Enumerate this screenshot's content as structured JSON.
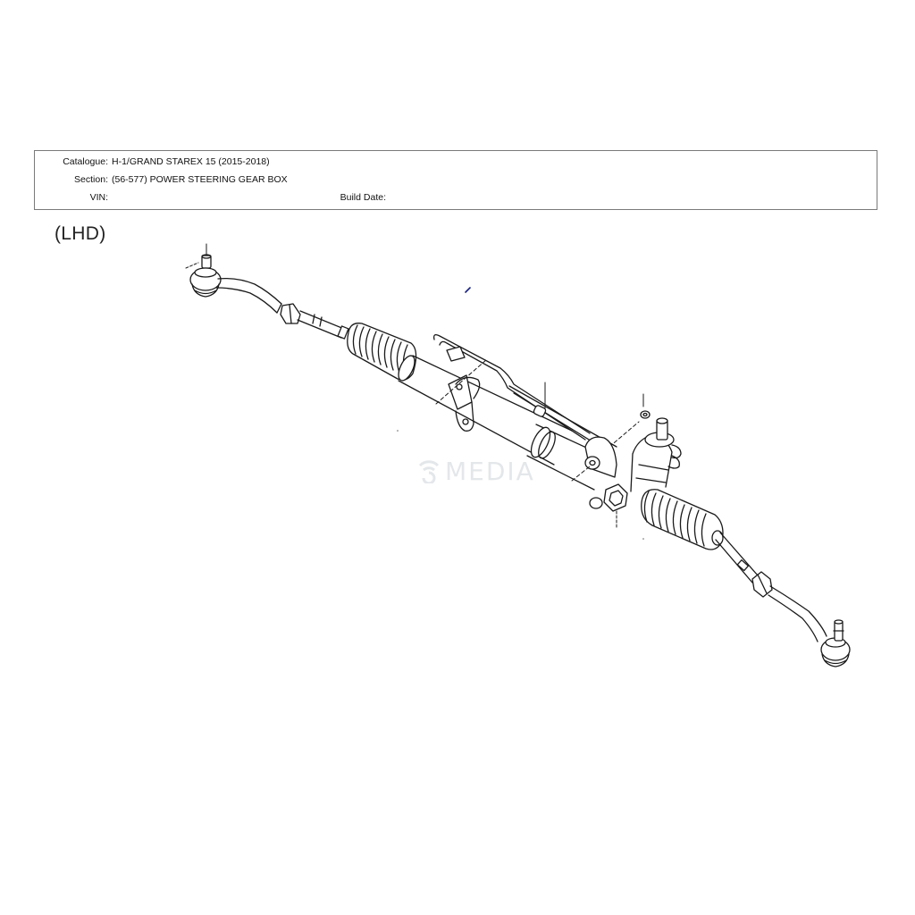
{
  "header": {
    "catalogue_label": "Catalogue:",
    "catalogue_value": "H-1/GRAND STAREX 15 (2015-2018)",
    "section_label": "Section:",
    "section_value": "(56-577) POWER STEERING GEAR BOX",
    "vin_label": "VIN:",
    "vin_value": "",
    "build_date_label": "Build Date:",
    "build_date_value": ""
  },
  "diagram": {
    "variant_label": "(LHD)",
    "subject": "power-steering-gear-box-exploded-view",
    "watermark_text": "MEDIA",
    "colors": {
      "line": "#1a1a1a",
      "border": "#7a7a7a",
      "watermark": "#e4e7ea",
      "stray_mark": "#1a237e"
    }
  }
}
